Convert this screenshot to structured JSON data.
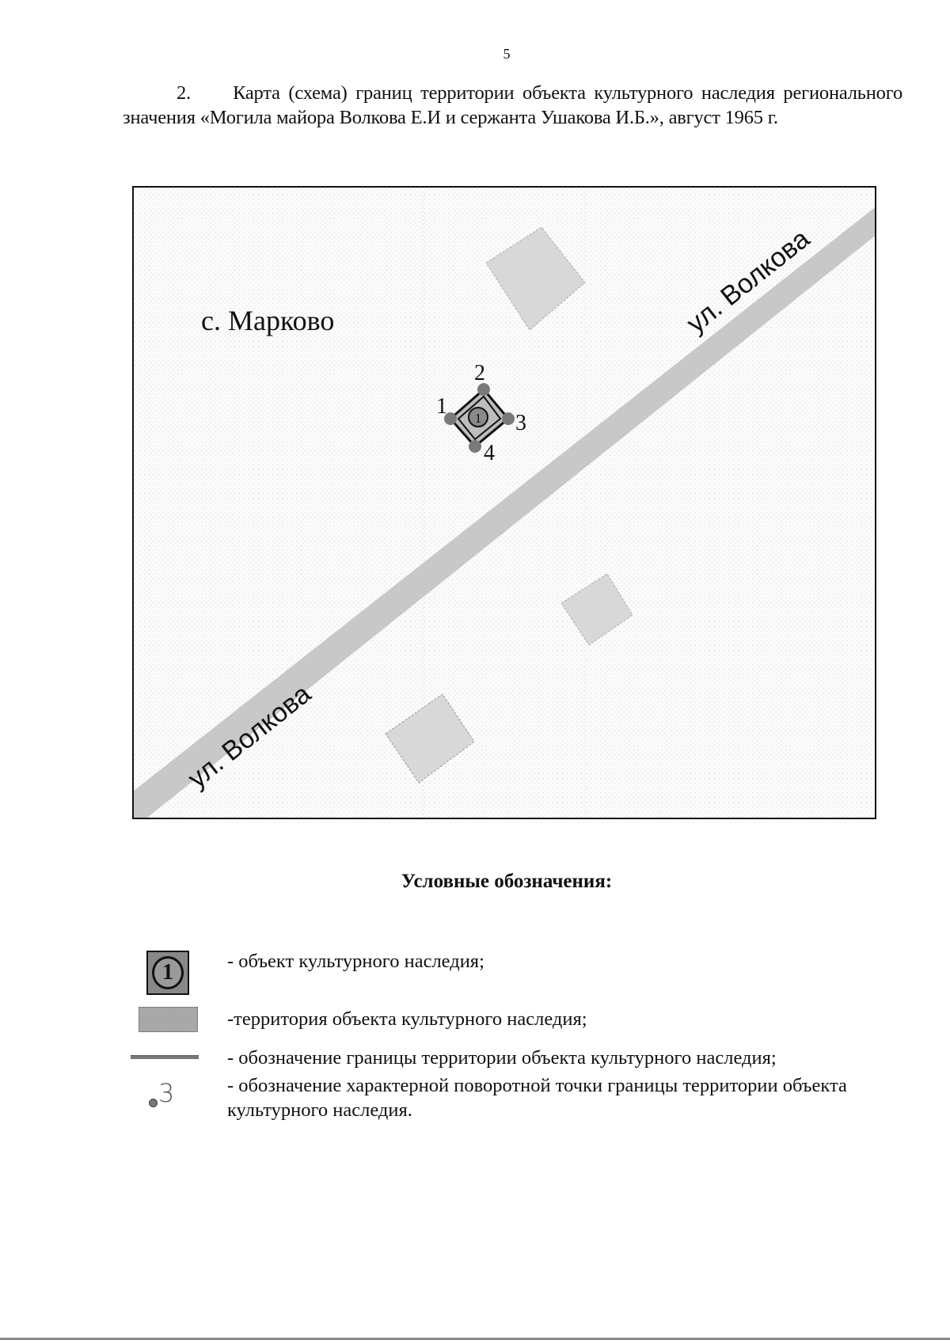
{
  "page": {
    "number": "5"
  },
  "intro": {
    "text": "2.     Карта (схема) границ территории объекта культурного наследия регионального значения «Могила майора Волкова Е.И и сержанта Ушакова И.Б.», август 1965 г."
  },
  "map": {
    "settlement_label": "с. Марково",
    "street_label_upper": "ул. Волкова",
    "street_label_lower": "ул. Волкова",
    "monument_number": "1",
    "boundary_points": [
      {
        "label": "1"
      },
      {
        "label": "2"
      },
      {
        "label": "3"
      },
      {
        "label": "4"
      }
    ],
    "colors": {
      "road": "#c4c4c4",
      "building": "#d6d6d6",
      "marker": "#808080",
      "outline": "#111111"
    }
  },
  "legend": {
    "title": "Условные обозначения:",
    "items": [
      {
        "icon": "monument-icon",
        "text": "- объект культурного наследия;"
      },
      {
        "icon": "territory-swatch-icon",
        "text": "-территория объекта культурного наследия;"
      },
      {
        "icon": "boundary-line-icon",
        "text": "- обозначение границы территории объекта культурного наследия;"
      },
      {
        "icon": "turning-point-icon",
        "icon_label": "3",
        "text": "- обозначение характерной поворотной точки границы территории объекта культурного наследия."
      }
    ]
  }
}
